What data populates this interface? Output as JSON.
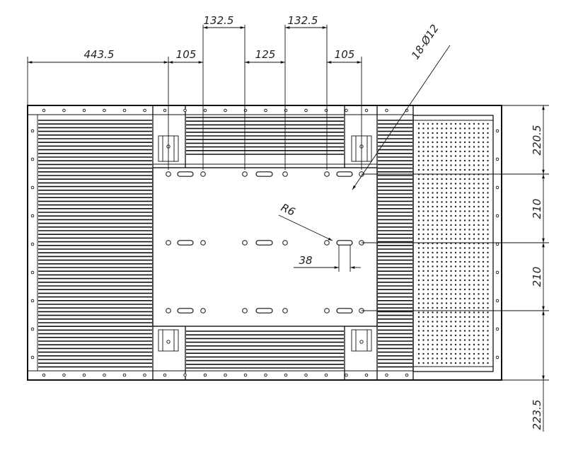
{
  "drawing": {
    "horizontal_dimensions": [
      "443.5",
      "105",
      "132.5",
      "125",
      "132.5",
      "105"
    ],
    "vertical_dimensions": [
      "220.5",
      "210",
      "210",
      "223.5"
    ],
    "hole_callout": "18-Ø12",
    "slot_radius": "R6",
    "slot_length": "38"
  }
}
